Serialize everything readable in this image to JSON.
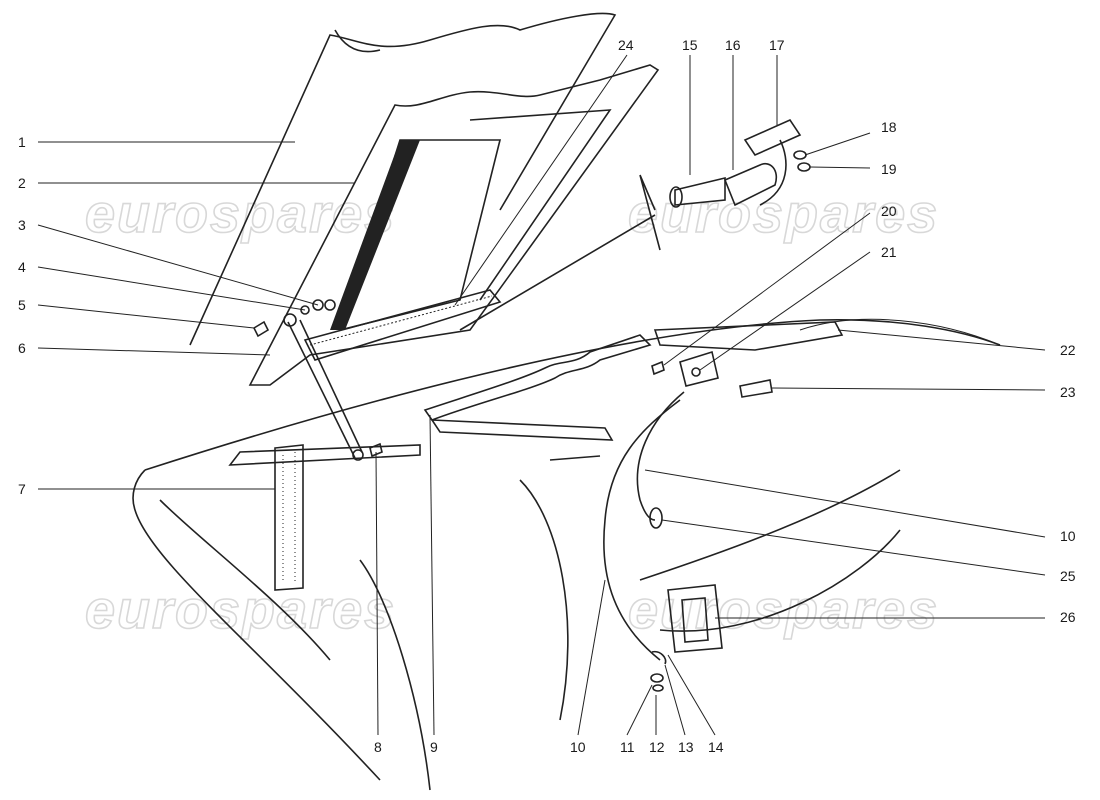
{
  "watermark": "eurospares",
  "callouts": {
    "c1": "1",
    "c2": "2",
    "c3": "3",
    "c4": "4",
    "c5": "5",
    "c6": "6",
    "c7": "7",
    "c8": "8",
    "c9": "9",
    "c10a": "10",
    "c10b": "10",
    "c11": "11",
    "c12": "12",
    "c13": "13",
    "c14": "14",
    "c15": "15",
    "c16": "16",
    "c17": "17",
    "c18": "18",
    "c19": "19",
    "c20": "20",
    "c21": "21",
    "c22": "22",
    "c23": "23",
    "c24": "24",
    "c25": "25",
    "c26": "26"
  }
}
